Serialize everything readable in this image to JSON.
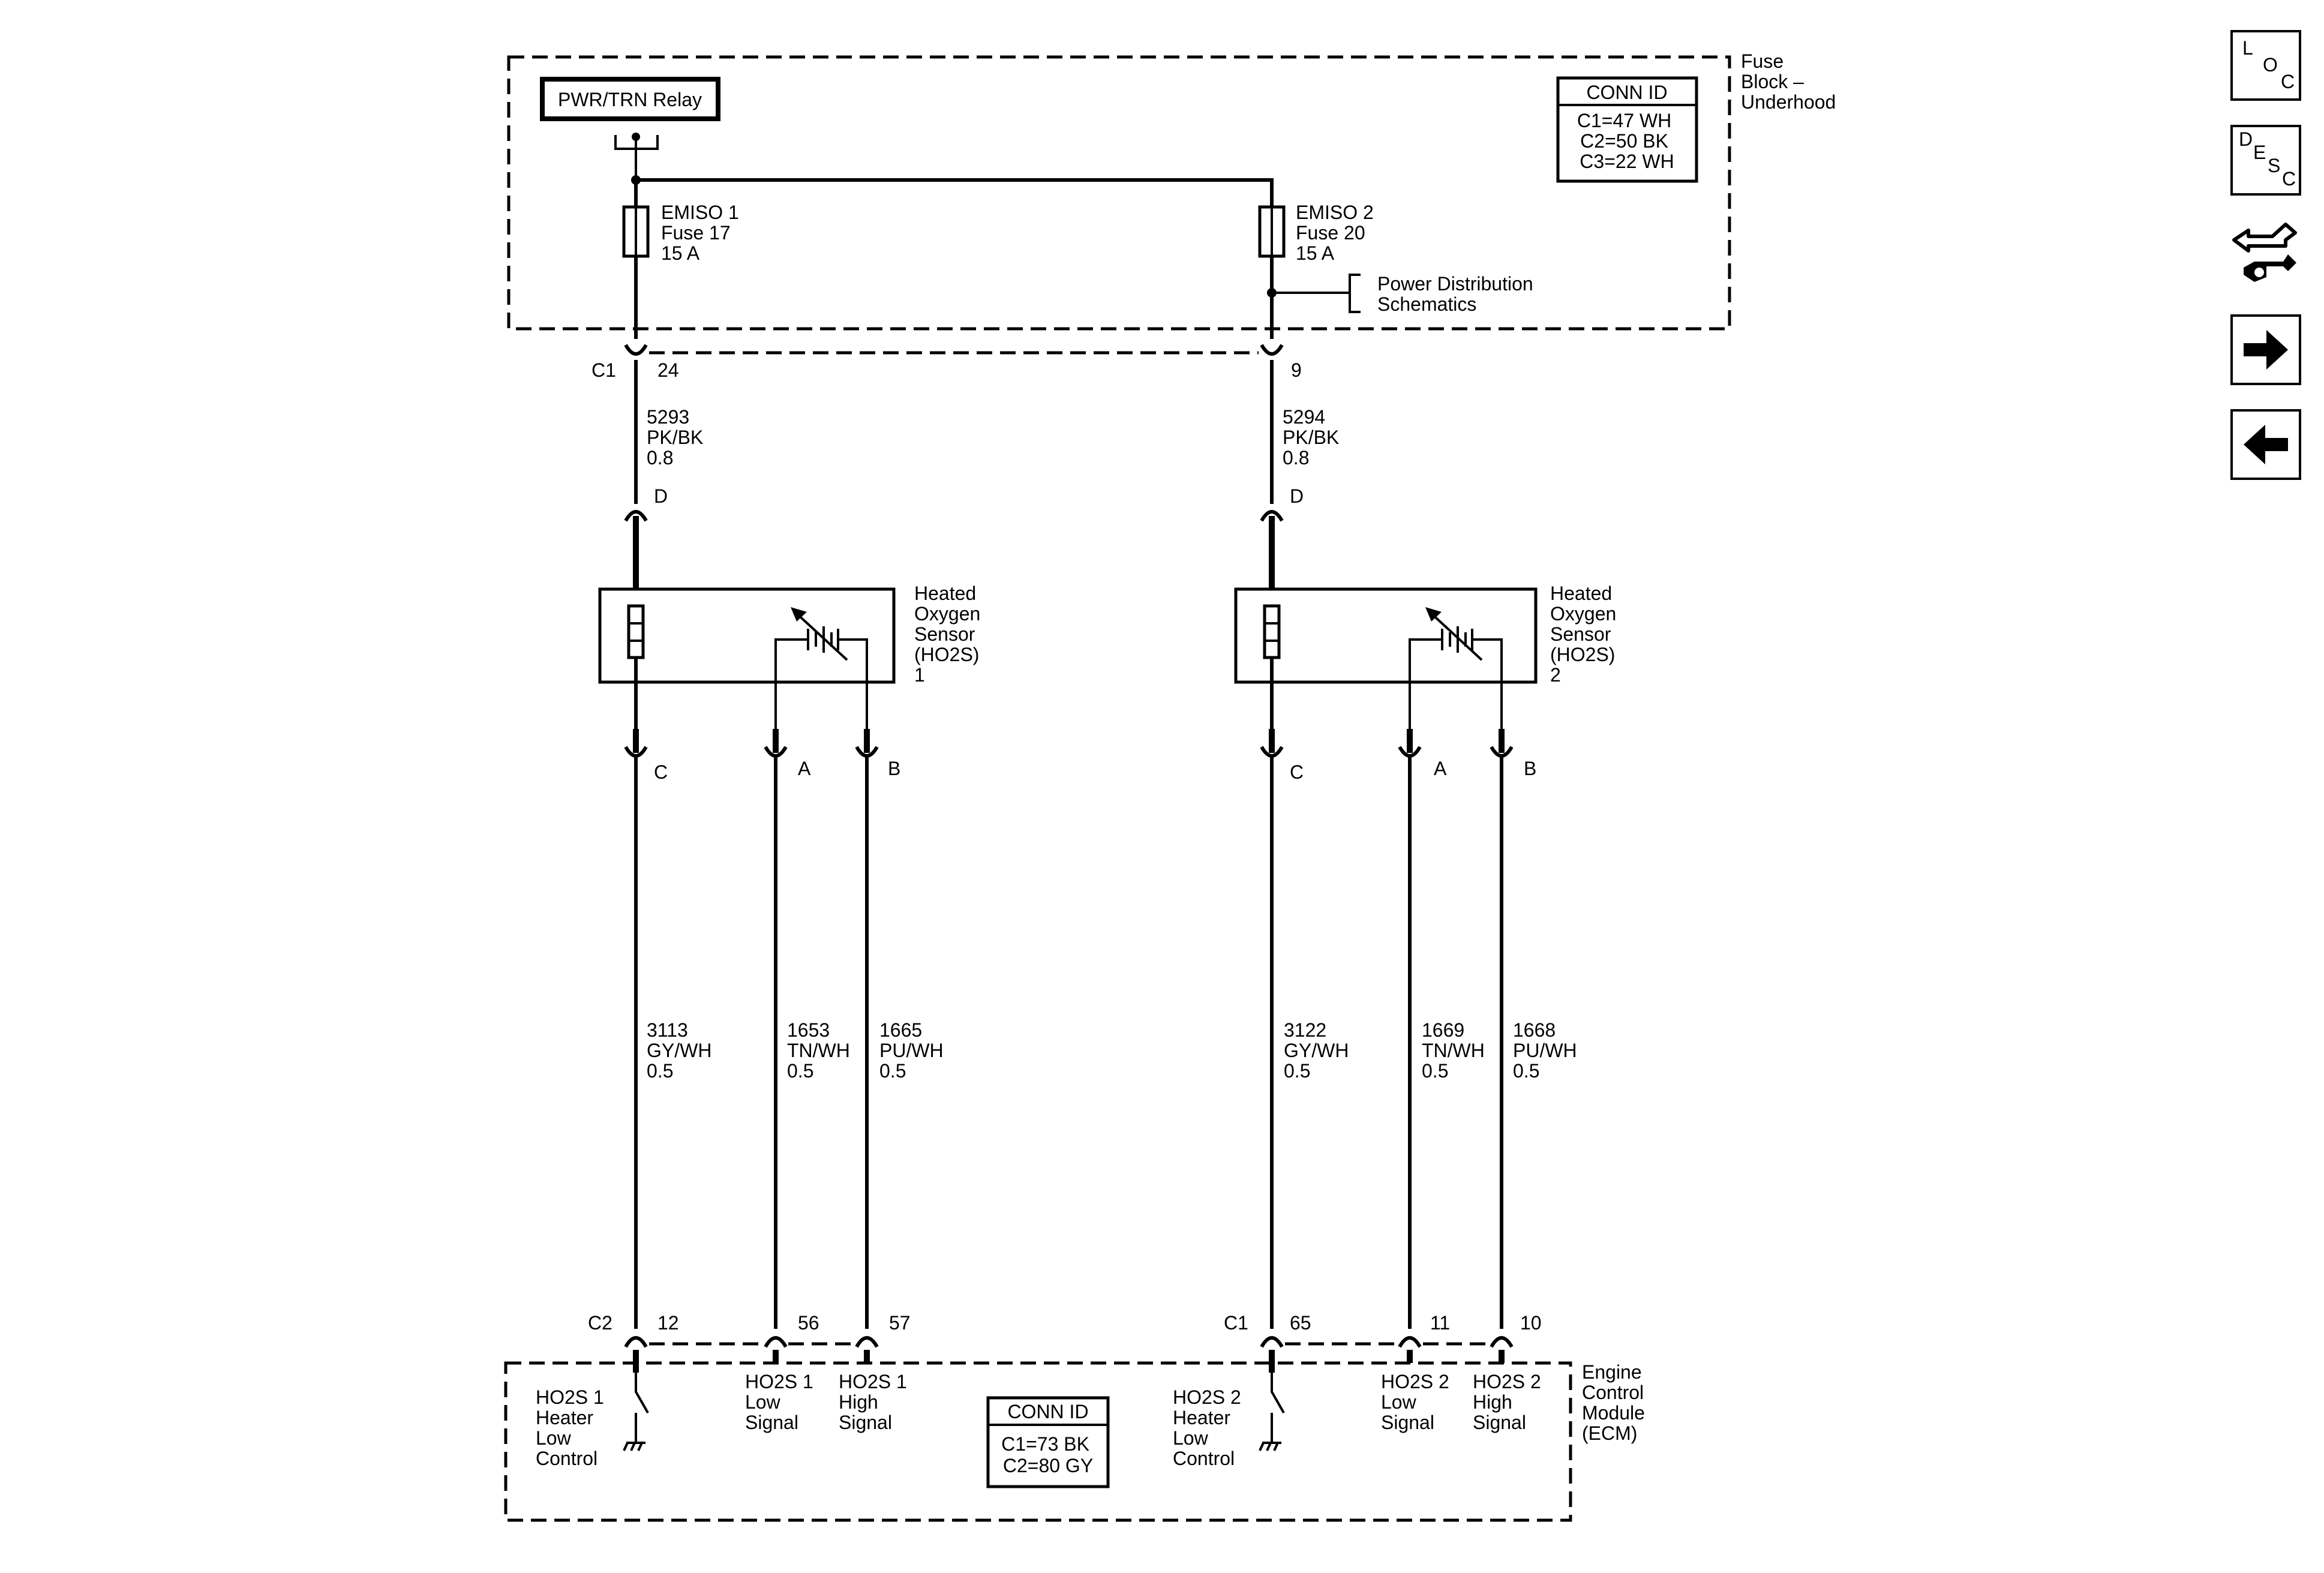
{
  "fuse_block": {
    "name": [
      "Fuse",
      "Block –",
      "Underhood"
    ],
    "relay": "PWR/TRN Relay",
    "conn_id_title": "CONN ID",
    "conn_ids": [
      "C1=47 WH",
      "C2=50 BK",
      "C3=22 WH"
    ],
    "fuse1": [
      "EMISO 1",
      "Fuse 17",
      "15 A"
    ],
    "fuse2": [
      "EMISO 2",
      "Fuse 20",
      "15 A"
    ],
    "power_ref": [
      "Power Distribution",
      "Schematics"
    ],
    "conn_name": "C1",
    "pin_left": "24",
    "pin_right": "9"
  },
  "upper_wires": {
    "left": [
      "5293",
      "PK/BK",
      "0.8"
    ],
    "right": [
      "5294",
      "PK/BK",
      "0.8"
    ],
    "pin": "D"
  },
  "sensors": [
    {
      "name": [
        "Heated",
        "Oxygen",
        "Sensor",
        "(HO2S)",
        "1"
      ],
      "pins": [
        "C",
        "A",
        "B"
      ]
    },
    {
      "name": [
        "Heated",
        "Oxygen",
        "Sensor",
        "(HO2S)",
        "2"
      ],
      "pins": [
        "C",
        "A",
        "B"
      ]
    }
  ],
  "lower_wires": [
    [
      "3113",
      "GY/WH",
      "0.5"
    ],
    [
      "1653",
      "TN/WH",
      "0.5"
    ],
    [
      "1665",
      "PU/WH",
      "0.5"
    ],
    [
      "3122",
      "GY/WH",
      "0.5"
    ],
    [
      "1669",
      "TN/WH",
      "0.5"
    ],
    [
      "1668",
      "PU/WH",
      "0.5"
    ]
  ],
  "ecm": {
    "name": [
      "Engine",
      "Control",
      "Module",
      "(ECM)"
    ],
    "conn_left": "C2",
    "conn_right": "C1",
    "pins": [
      "12",
      "56",
      "57",
      "65",
      "11",
      "10"
    ],
    "conn_id_title": "CONN ID",
    "conn_ids": [
      "C1=73 BK",
      "C2=80 GY"
    ],
    "labels": [
      [
        "HO2S 1",
        "Heater",
        "Low",
        "Control"
      ],
      [
        "HO2S 1",
        "Low",
        "Signal"
      ],
      [
        "HO2S 1",
        "High",
        "Signal"
      ],
      [
        "HO2S 2",
        "Heater",
        "Low",
        "Control"
      ],
      [
        "HO2S 2",
        "Low",
        "Signal"
      ],
      [
        "HO2S 2",
        "High",
        "Signal"
      ]
    ]
  },
  "nav": {
    "loc": [
      "L",
      "O",
      "C"
    ],
    "desc": [
      "D",
      "E",
      "S",
      "C"
    ],
    "icons": [
      "harness-icon",
      "arrow-right-icon",
      "arrow-left-icon"
    ]
  }
}
